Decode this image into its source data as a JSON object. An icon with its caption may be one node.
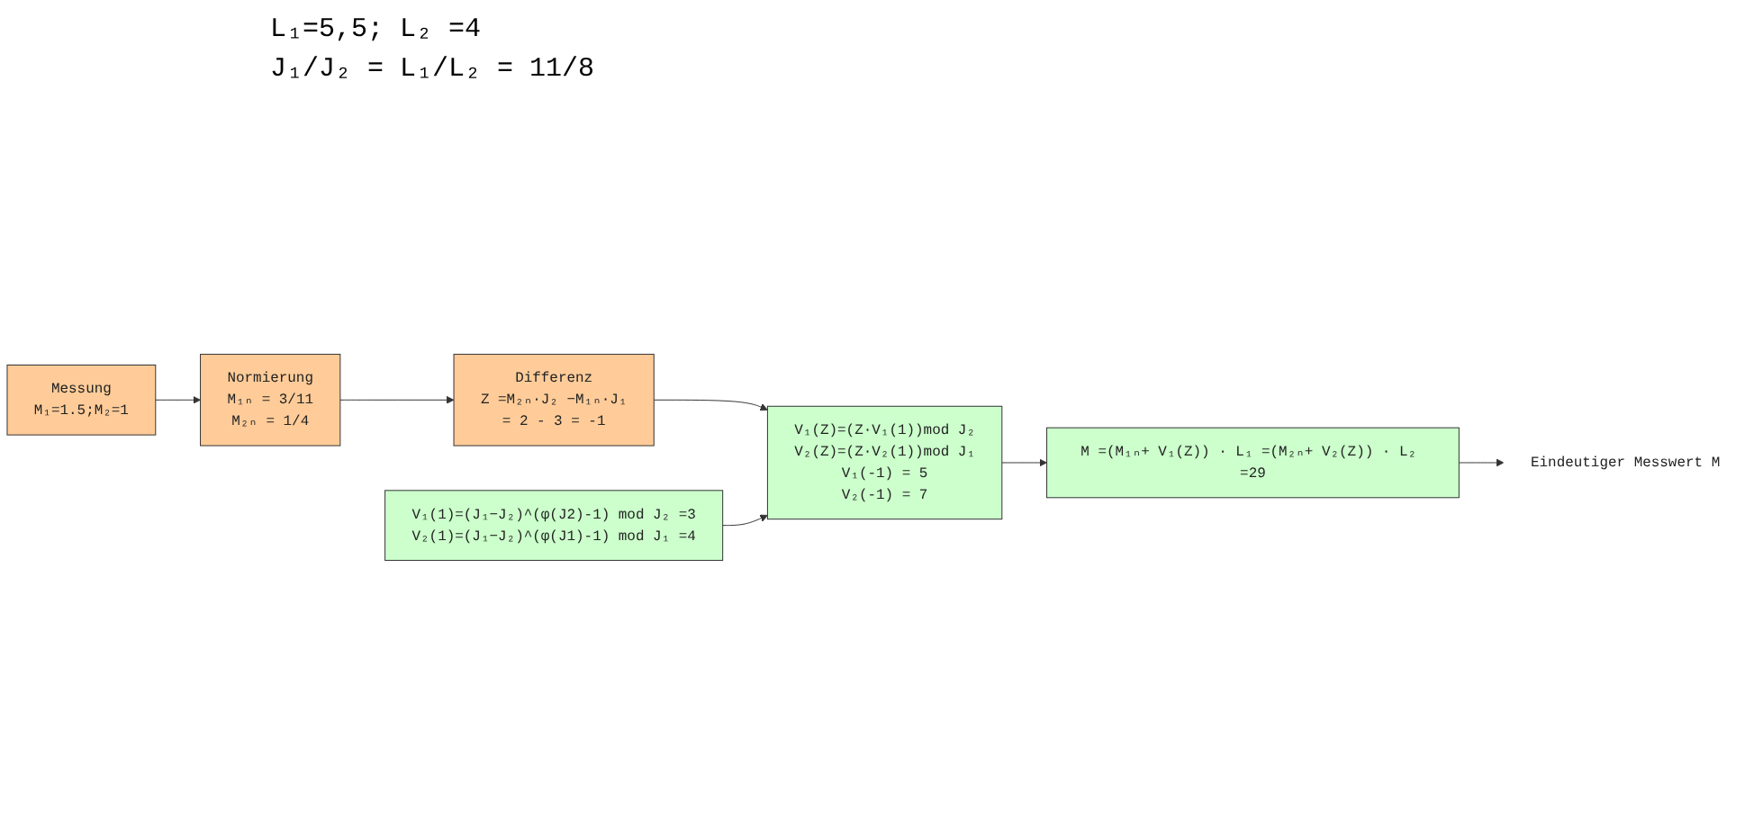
{
  "diagram": {
    "nodes": [
      {
        "text": [
          "Messung",
          "M₁=1.5;M₂=1"
        ]
      },
      {
        "text": [
          "Normierung",
          "M₁ₙ = 3/11",
          "M₂ₙ = 1/4"
        ]
      },
      {
        "text": [
          "Differenz",
          "Z =M₂ₙ·J₂ −M₁ₙ·J₁",
          "= 2 - 3 = -1"
        ]
      },
      {
        "text": [
          "V₁(1)=(J₁−J₂)^(φ(J2)-1) mod J₂ =3",
          "V₂(1)=(J₁−J₂)^(φ(J1)-1) mod J₁ =4"
        ]
      },
      {
        "text": [
          "V₁(Z)=(Z·V₁(1))mod J₂",
          "V₂(Z)=(Z·V₂(1))mod J₁",
          "V₁(-1) = 5",
          "V₂(-1) = 7"
        ]
      },
      {
        "text": [
          "M =(M₁ₙ+ V₁(Z)) · L₁ =(M₂ₙ+ V₂(Z)) · L₂ =29"
        ]
      },
      {
        "text": [
          "Eindeutiger Messwert M"
        ]
      }
    ],
    "edges": [
      {
        "from": 0,
        "to": 1,
        "arrow": "to"
      },
      {
        "from": 1,
        "to": 2,
        "arrow": "to"
      },
      {
        "from": 2,
        "to": 4,
        "arrow": "to"
      },
      {
        "from": 3,
        "to": 4,
        "arrow": "to"
      },
      {
        "from": 4,
        "to": 5,
        "arrow": "to"
      },
      {
        "from": 5,
        "to": 6,
        "arrow": "to"
      }
    ],
    "labels": [
      "L₁=5,5; L₂ =4",
      "J₁/J₂ = L₁/L₂ = 11/8"
    ]
  }
}
